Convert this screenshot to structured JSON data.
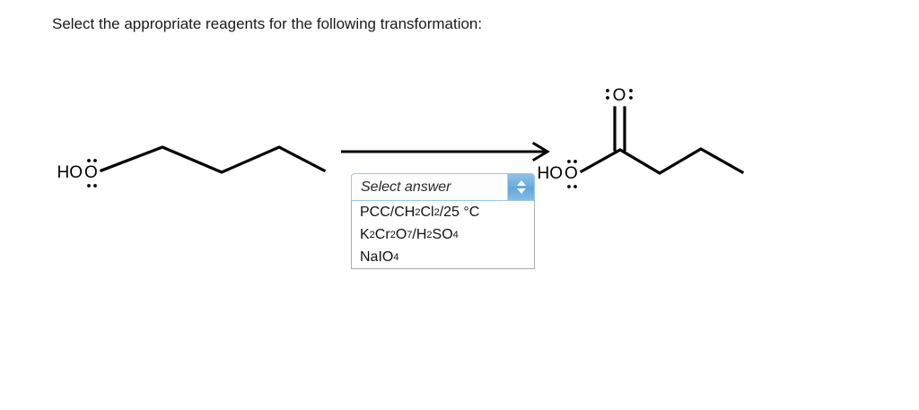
{
  "prompt": "Select the appropriate reagents for the following transformation:",
  "reaction": {
    "arrow": {
      "name": "reaction-arrow",
      "direction": "right"
    },
    "reactant": {
      "name": "pentan-1-ol",
      "oh_label": "HO",
      "lone_pairs": 2,
      "chain_vertices": 5
    },
    "product": {
      "name": "pentanoic-acid",
      "oh_label": "HO",
      "carbonyl_label": "O",
      "carbonyl_lone_pairs": 2,
      "hydroxyl_lone_pairs": 2,
      "chain_vertices": 5
    }
  },
  "dropdown": {
    "selected_label": "Select answer",
    "spinner_up_icon": "triangle-up-icon",
    "spinner_down_icon": "triangle-down-icon",
    "options": [
      {
        "id": "opt-pcc",
        "parts": [
          {
            "t": "PCC/CH",
            "sub": false
          },
          {
            "t": "2",
            "sub": true
          },
          {
            "t": "Cl",
            "sub": false
          },
          {
            "t": "2",
            "sub": true
          },
          {
            "t": "/25 °C",
            "sub": false
          }
        ]
      },
      {
        "id": "opt-dichromate",
        "parts": [
          {
            "t": "K",
            "sub": false
          },
          {
            "t": "2",
            "sub": true
          },
          {
            "t": "Cr",
            "sub": false
          },
          {
            "t": "2",
            "sub": true
          },
          {
            "t": "O",
            "sub": false
          },
          {
            "t": "7",
            "sub": true
          },
          {
            "t": "/H",
            "sub": false
          },
          {
            "t": "2",
            "sub": true
          },
          {
            "t": "SO",
            "sub": false
          },
          {
            "t": "4",
            "sub": true
          }
        ]
      },
      {
        "id": "opt-periodate",
        "parts": [
          {
            "t": "NaIO",
            "sub": false
          },
          {
            "t": "4",
            "sub": true
          }
        ]
      }
    ]
  },
  "colors": {
    "background": "#ffffff",
    "text": "#1a1a1a",
    "bond": "#000000",
    "select_border": "#9fc5e8",
    "spinner_blue": "#6aaee0",
    "list_border": "#adadad"
  }
}
